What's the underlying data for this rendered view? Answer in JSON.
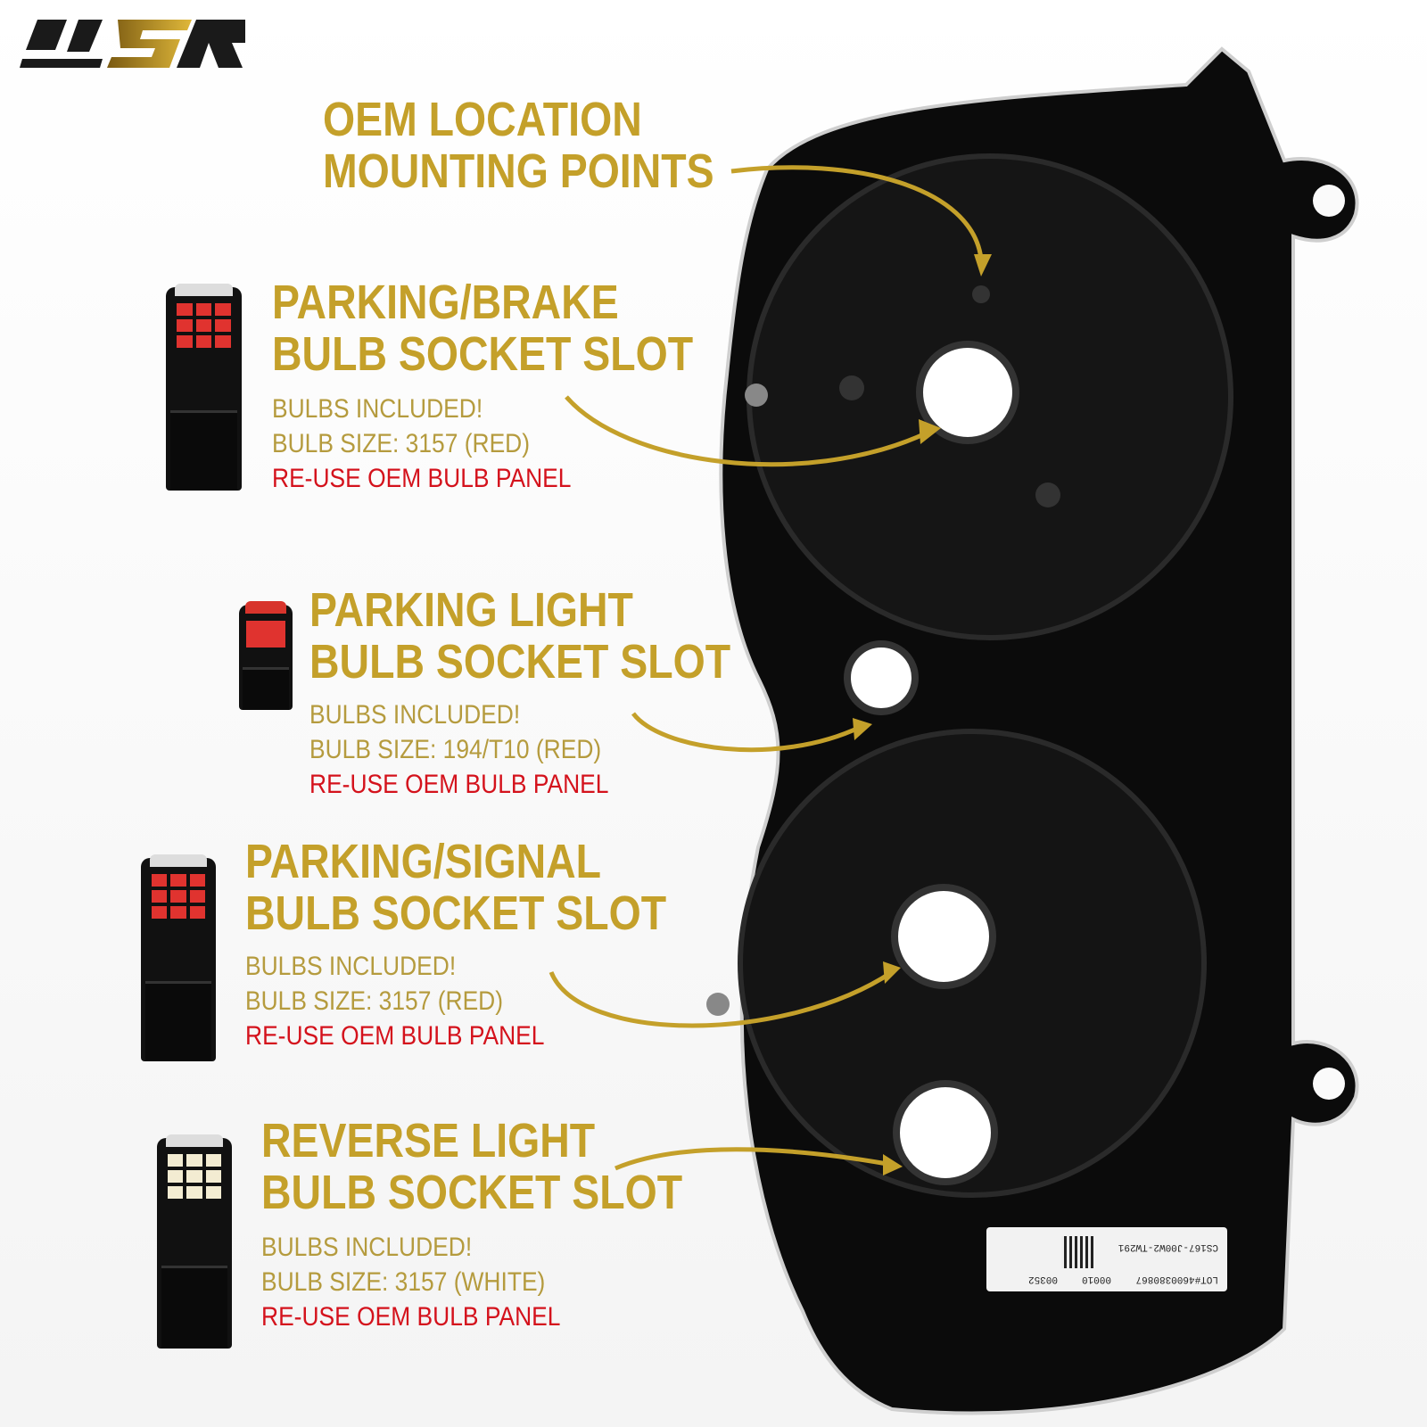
{
  "brand": {
    "logo_text": "USR"
  },
  "colors": {
    "gold": "#c4a02a",
    "sub_gold": "#b59b3e",
    "red": "#d4121c",
    "housing": "#0b0b0b"
  },
  "callouts": {
    "mounting": {
      "line1": "OEM LOCATION",
      "line2": "MOUNTING POINTS"
    },
    "parking_brake": {
      "line1": "PARKING/BRAKE",
      "line2": "BULB SOCKET SLOT",
      "included": "BULBS INCLUDED!",
      "size": "BULB SIZE: 3157 (RED)",
      "note": "RE-USE OEM BULB PANEL"
    },
    "parking_light": {
      "line1": "PARKING LIGHT",
      "line2": "BULB SOCKET SLOT",
      "included": "BULBS INCLUDED!",
      "size": "BULB SIZE: 194/T10 (RED)",
      "note": "RE-USE OEM BULB PANEL"
    },
    "parking_signal": {
      "line1": "PARKING/SIGNAL",
      "line2": "BULB SOCKET SLOT",
      "included": "BULBS INCLUDED!",
      "size": "BULB SIZE: 3157 (RED)",
      "note": "RE-USE OEM BULB PANEL"
    },
    "reverse": {
      "line1": "REVERSE LIGHT",
      "line2": "BULB SOCKET SLOT",
      "included": "BULBS INCLUDED!",
      "size": "BULB SIZE: 3157 (WHITE)",
      "note": "RE-USE OEM BULB PANEL"
    }
  },
  "sticker": {
    "lot": "LOT#4600380867",
    "code1": "00010",
    "code2": "00352",
    "part": "CS167-J00W2-TW291"
  }
}
